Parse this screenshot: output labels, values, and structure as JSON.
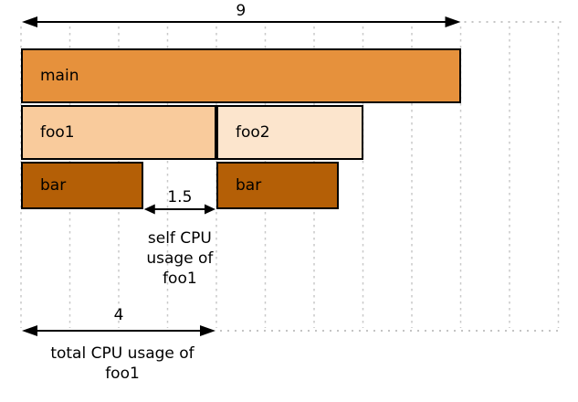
{
  "palette": {
    "frame_main": "#E6913C",
    "frame_foo1": "#F9CB9C",
    "frame_foo2": "#FCE5CD",
    "frame_bar": "#B45F06",
    "frame_border": "#000000",
    "grid_line": "#c9c9c9",
    "dotted_line": "#c4c4c4",
    "arrow": "#000000",
    "text": "#000000"
  },
  "frames": [
    {
      "label": "main",
      "row": 0,
      "start": 0,
      "end": 9,
      "color_role": "frame_main"
    },
    {
      "label": "foo1",
      "row": 1,
      "start": 0,
      "end": 4,
      "color_role": "frame_foo1"
    },
    {
      "label": "foo2",
      "row": 1,
      "start": 4,
      "end": 7,
      "color_role": "frame_foo2"
    },
    {
      "label": "bar",
      "row": 2,
      "start": 0,
      "end": 2.5,
      "color_role": "frame_bar"
    },
    {
      "label": "bar",
      "row": 2,
      "start": 4,
      "end": 6.5,
      "color_role": "frame_bar"
    }
  ],
  "annotations": {
    "total_width": {
      "value": "9",
      "from": 0,
      "to": 9
    },
    "self_cpu": {
      "value": "1.5",
      "from": 2.5,
      "to": 4,
      "label_lines": [
        "self CPU",
        "usage of",
        "foo1"
      ]
    },
    "total_cpu": {
      "value": "4",
      "from": 0,
      "to": 4,
      "label_lines": [
        "total CPU usage of",
        "foo1"
      ]
    }
  },
  "grid": {
    "max_units": 11
  }
}
